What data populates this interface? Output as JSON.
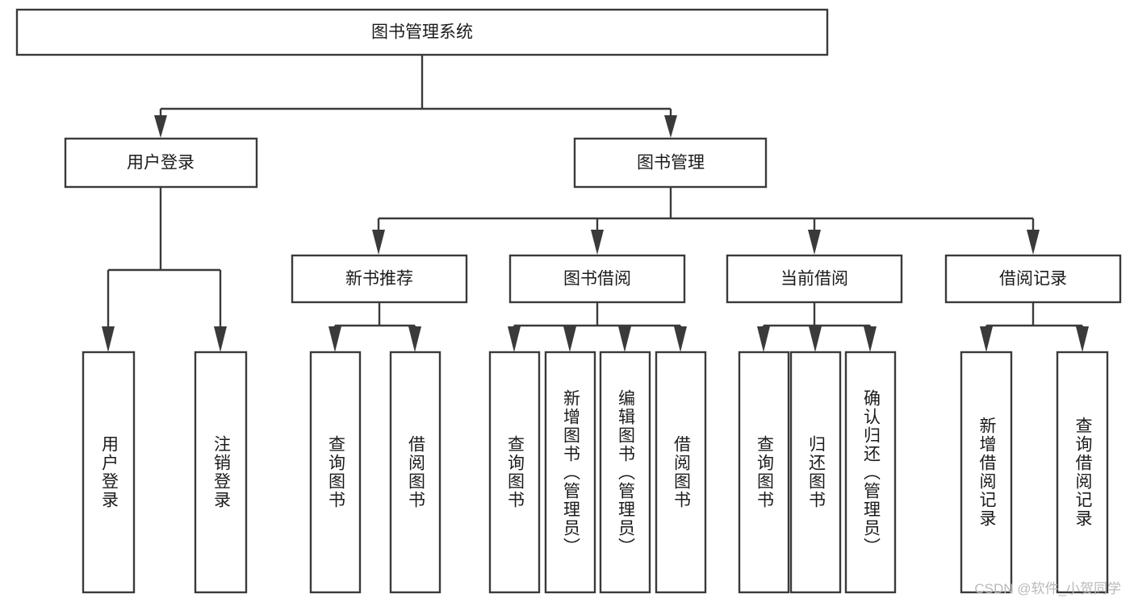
{
  "diagram": {
    "type": "tree",
    "title": "图书管理系统",
    "orientation": "top-down",
    "colors": {
      "box_stroke": "#3a3a3a",
      "box_fill": "#ffffff",
      "connector": "#3a3a3a",
      "text": "#1b1b1b",
      "watermark": "#b9b9b9",
      "background": "#ffffff"
    },
    "root": {
      "label": "图书管理系统",
      "orientation": "horizontal"
    },
    "level1": [
      {
        "label": "用户登录",
        "orientation": "horizontal"
      },
      {
        "label": "图书管理",
        "orientation": "horizontal"
      }
    ],
    "level2": [
      {
        "label": "新书推荐",
        "orientation": "horizontal",
        "parent": "图书管理"
      },
      {
        "label": "图书借阅",
        "orientation": "horizontal",
        "parent": "图书管理"
      },
      {
        "label": "当前借阅",
        "orientation": "horizontal",
        "parent": "图书管理"
      },
      {
        "label": "借阅记录",
        "orientation": "horizontal",
        "parent": "图书管理"
      }
    ],
    "leaves": {
      "user_login": [
        {
          "label": "用户登录",
          "orientation": "vertical"
        },
        {
          "label": "注销登录",
          "orientation": "vertical"
        }
      ],
      "new_book_recommend": [
        {
          "label": "查询图书",
          "orientation": "vertical"
        },
        {
          "label": "借阅图书",
          "orientation": "vertical"
        }
      ],
      "book_borrow": [
        {
          "label": "查询图书",
          "orientation": "vertical"
        },
        {
          "label": "新增图书（管理员）",
          "orientation": "vertical"
        },
        {
          "label": "编辑图书（管理员）",
          "orientation": "vertical"
        },
        {
          "label": "借阅图书",
          "orientation": "vertical"
        }
      ],
      "current_borrow": [
        {
          "label": "查询图书",
          "orientation": "vertical"
        },
        {
          "label": "归还图书",
          "orientation": "vertical"
        },
        {
          "label": "确认归还（管理员）",
          "orientation": "vertical"
        }
      ],
      "borrow_record": [
        {
          "label": "新增借阅记录",
          "orientation": "vertical"
        },
        {
          "label": "查询借阅记录",
          "orientation": "vertical"
        }
      ]
    }
  },
  "watermark": {
    "text": "CSDN @软件_小贺同学"
  }
}
